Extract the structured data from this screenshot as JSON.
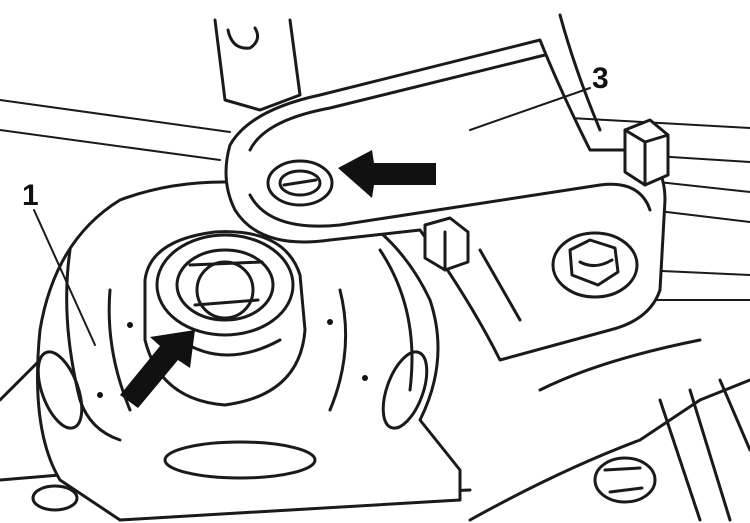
{
  "callouts": [
    {
      "id": "1",
      "label": "1"
    },
    {
      "id": "3",
      "label": "3"
    }
  ],
  "colors": {
    "ink": "#1a1a1a",
    "paper": "#ffffff",
    "arrow": "#111111"
  },
  "icons": {
    "pointer_arrow": "arrow-icon"
  }
}
